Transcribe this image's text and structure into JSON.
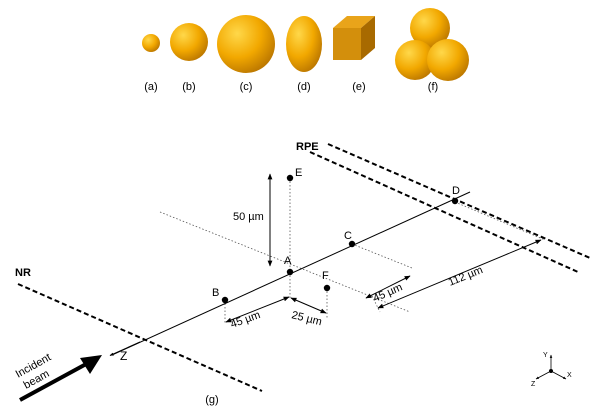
{
  "shapes": [
    {
      "label": "(a)",
      "kind": "small sphere"
    },
    {
      "label": "(b)",
      "kind": "sphere"
    },
    {
      "label": "(c)",
      "kind": "large sphere"
    },
    {
      "label": "(d)",
      "kind": "ellipsoid"
    },
    {
      "label": "(e)",
      "kind": "cube"
    },
    {
      "label": "(f)",
      "kind": "sphere cluster"
    }
  ],
  "layer_labels": {
    "rpe": "RPE",
    "nr": "NR"
  },
  "points": {
    "a": "A",
    "b": "B",
    "c": "C",
    "d": "D",
    "e": "E",
    "f": "F"
  },
  "dimensions": {
    "vertical": "50 µm",
    "bottom_left": "45 µm",
    "bottom_small": "25 µm",
    "right_short": "45 µm",
    "right_long": "112 µm"
  },
  "beam": {
    "line1": "Incident",
    "line2": "beam"
  },
  "axis_z_label": "Z",
  "panel_label": "(g)",
  "triad": {
    "y": "Y",
    "x": "X",
    "z": "Z"
  },
  "colors": {
    "sphere_light": "#ffd84a",
    "sphere_mid": "#f2a800",
    "sphere_dark": "#b87400",
    "cube_top": "#e9a41a",
    "cube_front": "#d38f0c",
    "cube_side": "#a86a00"
  }
}
